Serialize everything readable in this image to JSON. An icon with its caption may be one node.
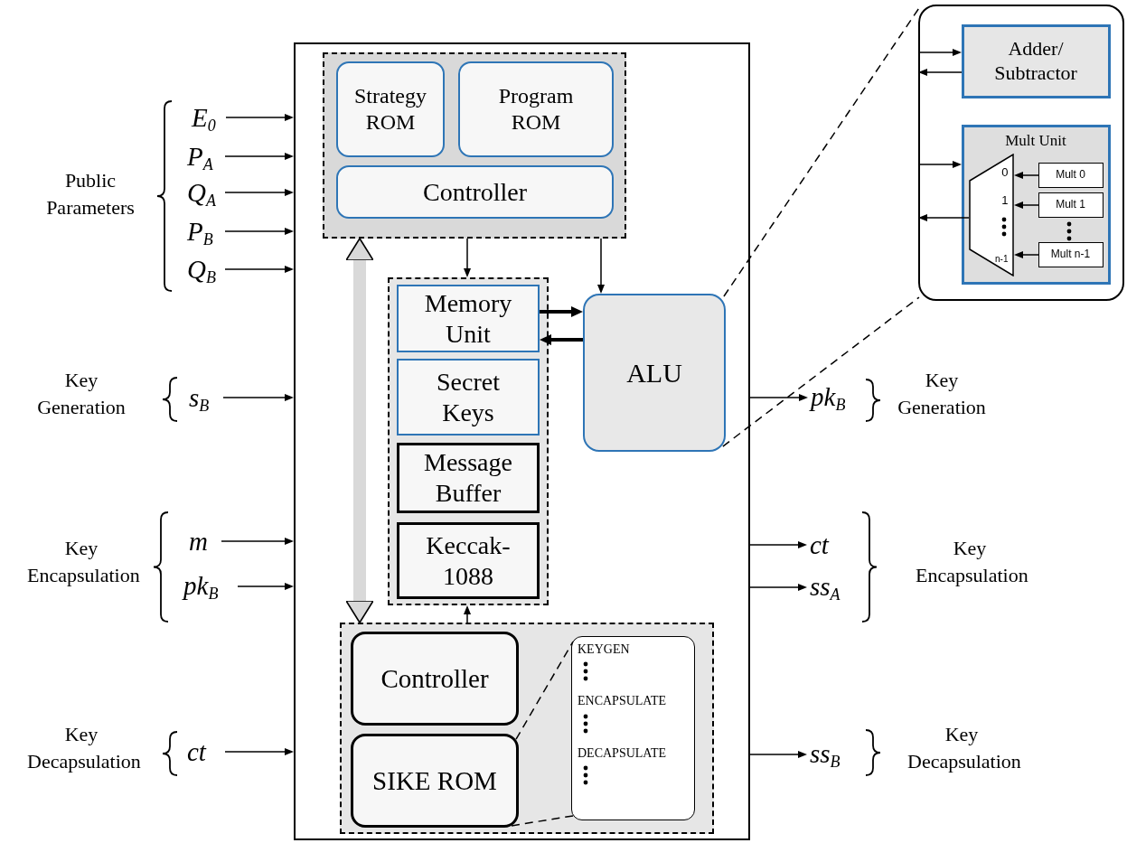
{
  "diagram": {
    "nodes": [
      {
        "text": [],
        "shape": "box"
      },
      {
        "text": [],
        "shape": "box",
        "in": 0
      },
      {
        "text": [
          "Strategy ROM"
        ],
        "in": 1
      },
      {
        "text": [
          "Program ROM"
        ],
        "in": 1
      },
      {
        "text": [
          "Controller"
        ],
        "in": 1
      },
      {
        "text": [],
        "shape": "box",
        "in": 0
      },
      {
        "text": [
          "Memory Unit"
        ],
        "in": 5
      },
      {
        "text": [
          "Secret Keys"
        ],
        "in": 5
      },
      {
        "text": [
          "Message Buffer"
        ],
        "in": 5
      },
      {
        "text": [
          "Keccak-1088"
        ],
        "in": 5
      },
      {
        "text": [
          "ALU"
        ],
        "in": 0
      },
      {
        "text": [],
        "shape": "box",
        "in": 0
      },
      {
        "text": [
          "Controller"
        ],
        "in": 11
      },
      {
        "text": [
          "SIKE ROM"
        ],
        "in": 11
      },
      {
        "text": [
          "KEYGEN",
          "ENCAPSULATE",
          "DECAPSULATE"
        ],
        "in": 11
      },
      {
        "text": [],
        "shape": "box"
      },
      {
        "text": [
          "Adder/ Subtractor"
        ],
        "in": 15
      },
      {
        "text": [
          "Mult Unit"
        ],
        "in": 15
      },
      {
        "text": [
          "0",
          "1",
          "n-1"
        ],
        "in": 17
      },
      {
        "text": [
          "Mult 0"
        ],
        "in": 17
      },
      {
        "text": [
          "Mult 1"
        ],
        "in": 17
      },
      {
        "text": [
          "Mult n-1"
        ],
        "in": 17
      },
      {
        "text": [
          "E$_{0}$"
        ]
      },
      {
        "text": [
          "P$_{A}$"
        ]
      },
      {
        "text": [
          "Q$_{A}$"
        ]
      },
      {
        "text": [
          "P$_{B}$"
        ]
      },
      {
        "text": [
          "Q$_{B}$"
        ]
      },
      {
        "text": [
          "s$_{B}$"
        ]
      },
      {
        "text": [
          "m"
        ]
      },
      {
        "text": [
          "pk$_{B}$"
        ]
      },
      {
        "text": [
          "ct"
        ]
      },
      {
        "text": [
          "pk$_{B}$"
        ]
      },
      {
        "text": [
          "ct"
        ]
      },
      {
        "text": [
          "ss$_{A}$"
        ]
      },
      {
        "text": [
          "ss$_{B}$"
        ]
      }
    ],
    "edges": [
      {
        "from": 22,
        "to": 0,
        "arrow": "to"
      },
      {
        "from": 23,
        "to": 0,
        "arrow": "to"
      },
      {
        "from": 24,
        "to": 0,
        "arrow": "to"
      },
      {
        "from": 25,
        "to": 0,
        "arrow": "to"
      },
      {
        "from": 26,
        "to": 0,
        "arrow": "to"
      },
      {
        "from": 27,
        "to": 0,
        "arrow": "to"
      },
      {
        "from": 28,
        "to": 0,
        "arrow": "to"
      },
      {
        "from": 29,
        "to": 0,
        "arrow": "to"
      },
      {
        "from": 30,
        "to": 0,
        "arrow": "to"
      },
      {
        "from": 0,
        "to": 31,
        "arrow": "to"
      },
      {
        "from": 0,
        "to": 32,
        "arrow": "to"
      },
      {
        "from": 0,
        "to": 33,
        "arrow": "to"
      },
      {
        "from": 0,
        "to": 34,
        "arrow": "to"
      },
      {
        "from": 1,
        "to": 5,
        "arrow": "to"
      },
      {
        "from": 1,
        "to": 10,
        "arrow": "to"
      },
      {
        "from": 6,
        "to": 10,
        "arrow": "to",
        "style": "thick"
      },
      {
        "from": 10,
        "to": 6,
        "arrow": "to",
        "style": "thick"
      },
      {
        "from": 1,
        "to": 11,
        "arrow": "both",
        "style": "thick",
        "color": "#d9d9d9"
      },
      {
        "from": 11,
        "to": 5,
        "arrow": "to"
      },
      {
        "from": 10,
        "to": 15,
        "arrow": "none",
        "style": "dashed"
      },
      {
        "from": 10,
        "to": 15,
        "arrow": "none",
        "style": "dashed"
      },
      {
        "from": 13,
        "to": 14,
        "arrow": "none",
        "style": "dashed"
      },
      {
        "from": 13,
        "to": 14,
        "arrow": "none",
        "style": "dashed"
      },
      {
        "from": 15,
        "to": 16,
        "arrow": "to"
      },
      {
        "from": 16,
        "to": 15,
        "arrow": "to"
      },
      {
        "from": 15,
        "to": 17,
        "arrow": "to"
      },
      {
        "from": 18,
        "to": 15,
        "arrow": "to"
      },
      {
        "from": 19,
        "to": 18,
        "arrow": "to"
      },
      {
        "from": 20,
        "to": 18,
        "arrow": "to"
      },
      {
        "from": 21,
        "to": 18,
        "arrow": "to"
      }
    ],
    "labels": [
      "Public Parameters",
      "Key Generation",
      "Key Generation",
      "Key Encapsulation",
      "Key Encapsulation",
      "Key Decapsulation",
      "Key Decapsulation"
    ]
  }
}
